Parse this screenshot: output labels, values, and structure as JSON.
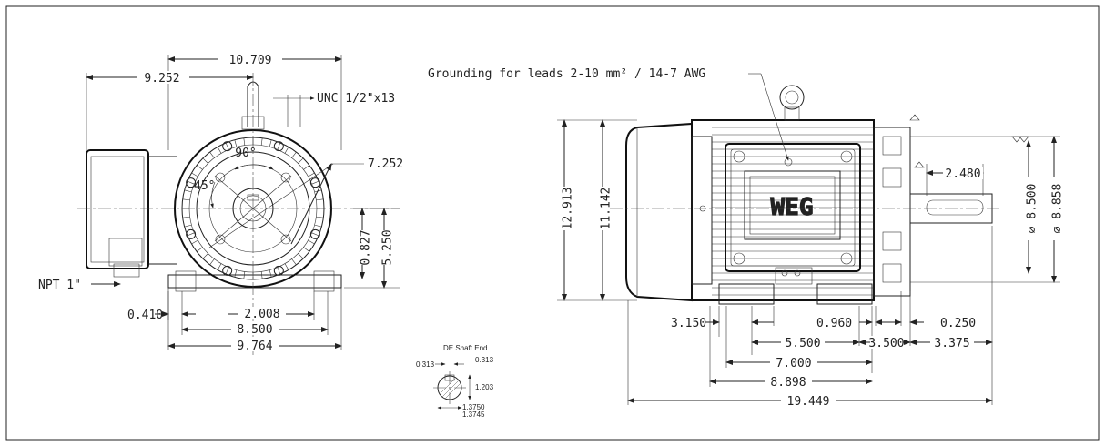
{
  "front_view": {
    "dims": {
      "overall_width": "10.709",
      "box_offset": "9.252",
      "lifting_thread": "UNC 1/2\"x13",
      "bolt_circle": "7.252",
      "angle_90": "90°",
      "angle_45": "45°",
      "shaft_height": "0.827",
      "center_height": "5.250",
      "conduit": "NPT 1\"",
      "foot_thickness": "0.410",
      "foot_slot": "2.008",
      "foot_spacing": "8.500",
      "base_width": "9.764"
    }
  },
  "shaft_detail": {
    "title": "DE Shaft End",
    "key_width_left": "0.313",
    "key_width_right": "0.313",
    "key_depth": "1.203",
    "dia_max": "1.3750",
    "dia_min": "1.3745"
  },
  "side_view": {
    "grounding_note": "Grounding for leads 2-10 mm² / 14-7 AWG",
    "logo_text": "WEG",
    "dims": {
      "overall_height": "12.913",
      "frame_height": "11.142",
      "key_length": "2.480",
      "pilot_dia": "⌀ 8.500",
      "flange_dia": "⌀ 8.858",
      "foot_to_fan": "3.150",
      "foot_to_shoulder": "0.960",
      "shoulder_gap": "0.250",
      "foot_span": "5.500",
      "shaft_ext": "3.500",
      "shaft_total": "3.375",
      "base_length": "7.000",
      "body_length": "8.898",
      "overall_length": "19.449"
    }
  }
}
